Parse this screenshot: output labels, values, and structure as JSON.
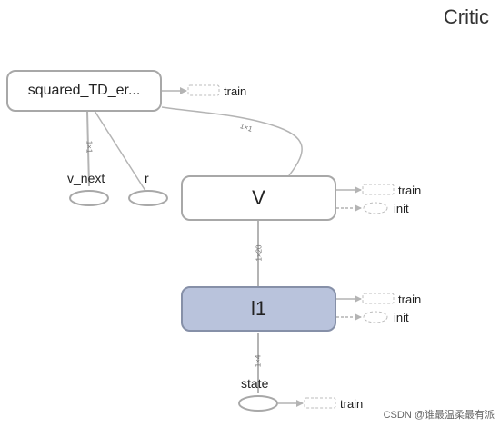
{
  "graph": {
    "title": "Critic",
    "nodes": {
      "squared_td": {
        "label": "squared_TD_er..."
      },
      "v_node": {
        "label": "V"
      },
      "l1_node": {
        "label": "l1"
      }
    },
    "inputs": {
      "v_next": "v_next",
      "r": "r",
      "state": "state"
    },
    "aux": {
      "train": "train",
      "init": "init"
    },
    "edge_labels": {
      "v_next_shape": "1×1",
      "v_shape": "1×1",
      "l1_shape": "1×20",
      "state_shape": "1×4"
    },
    "colors": {
      "node_border": "#a8a8a8",
      "selected_fill": "#b9c3dc",
      "edge": "#b4b4b4"
    }
  },
  "watermark": "CSDN @谁最温柔最有派"
}
